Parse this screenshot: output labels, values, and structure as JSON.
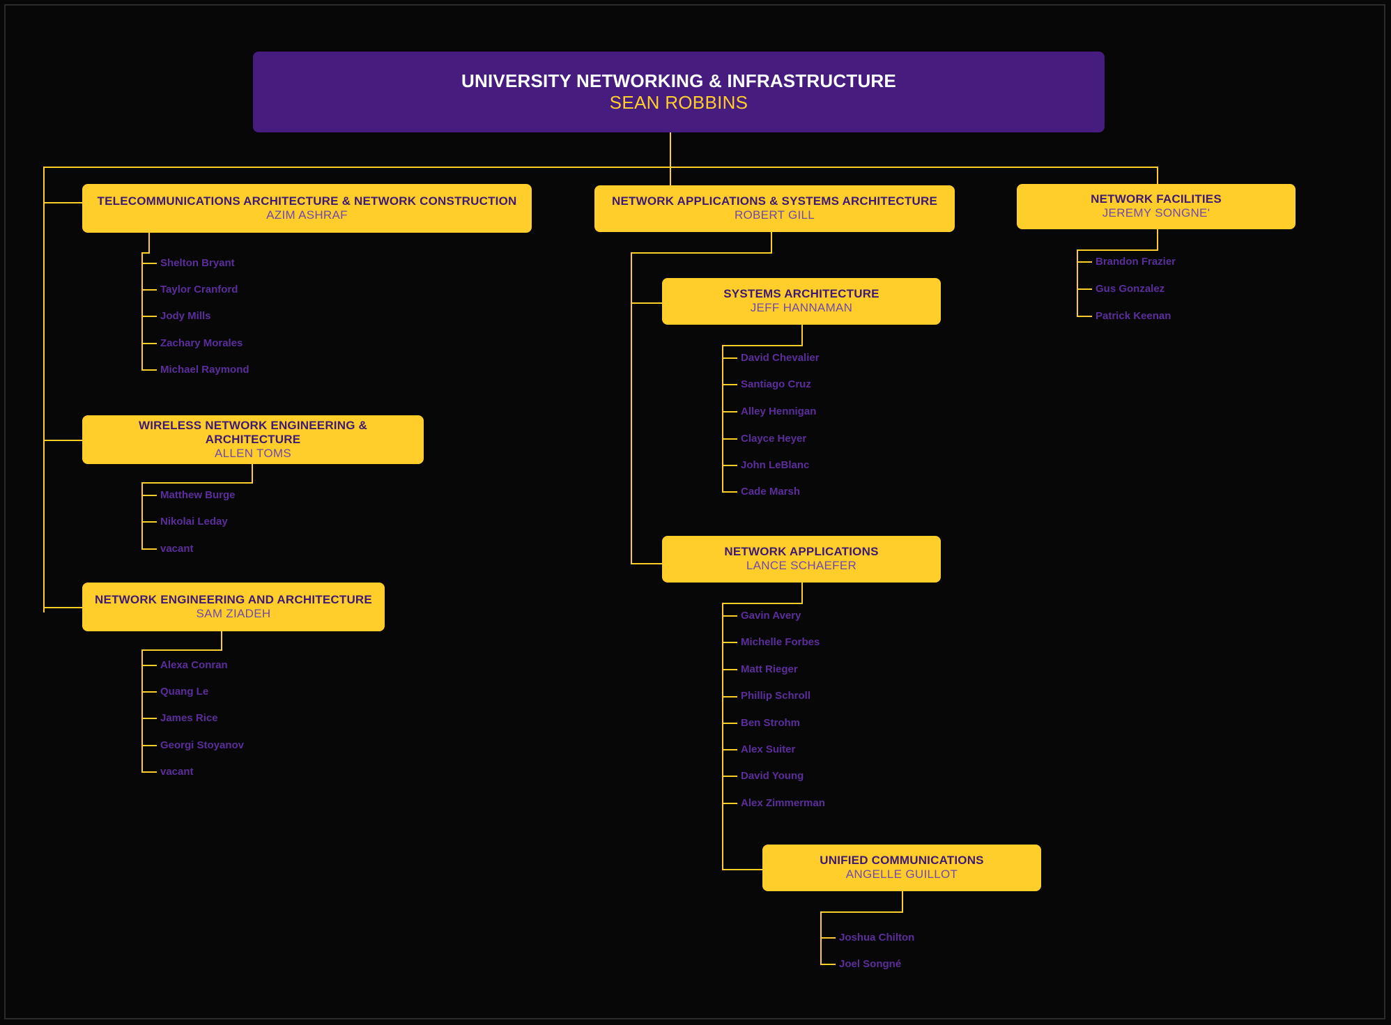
{
  "theme": {
    "background": "#070707",
    "box_yellow": "#FFCE2B",
    "box_purple": "#461C7F",
    "connector": "#FFCE2B",
    "title_on_yellow": "#3E1A72",
    "person_on_yellow": "#6F4AA8",
    "leaf_text": "#5B2E9B",
    "title_on_purple": "#FFFFFF",
    "person_on_purple": "#FFCE2B"
  },
  "root": {
    "title": "UNIVERSITY NETWORKING & INFRASTRUCTURE",
    "person": "SEAN ROBBINS"
  },
  "departments": {
    "telecom": {
      "title": "TELECOMMUNICATIONS ARCHITECTURE & NETWORK CONSTRUCTION",
      "person": "AZIM ASHRAF",
      "reports": [
        "Shelton Bryant",
        "Taylor Cranford",
        "Jody Mills",
        "Zachary Morales",
        "Michael Raymond"
      ]
    },
    "wireless": {
      "title": "WIRELESS NETWORK ENGINEERING & ARCHITECTURE",
      "person": "ALLEN TOMS",
      "reports": [
        "Matthew Burge",
        "Nikolai Leday",
        "vacant"
      ]
    },
    "netengarch": {
      "title": "NETWORK ENGINEERING AND ARCHITECTURE",
      "person": "SAM ZIADEH",
      "reports": [
        "Alexa Conran",
        "Quang Le",
        "James Rice",
        "Georgi Stoyanov",
        "vacant"
      ]
    },
    "napsa": {
      "title": "NETWORK APPLICATIONS & SYSTEMS ARCHITECTURE",
      "person": "ROBERT GILL"
    },
    "sysarch": {
      "title": "SYSTEMS ARCHITECTURE",
      "person": "JEFF HANNAMAN",
      "reports": [
        "David Chevalier",
        "Santiago Cruz",
        "Alley Hennigan",
        "Clayce Heyer",
        "John LeBlanc",
        "Cade Marsh"
      ]
    },
    "netapps": {
      "title": "NETWORK APPLICATIONS",
      "person": "LANCE SCHAEFER",
      "reports": [
        "Gavin Avery",
        "Michelle Forbes",
        "Matt Rieger",
        "Phillip Schroll",
        "Ben Strohm",
        "Alex Suiter",
        "David Young",
        "Alex Zimmerman"
      ]
    },
    "unified": {
      "title": "UNIFIED COMMUNICATIONS",
      "person": "ANGELLE GUILLOT",
      "reports": [
        "Joshua Chilton",
        "Joel Songné"
      ]
    },
    "facilities": {
      "title": "NETWORK FACILITIES",
      "person": "JEREMY SONGNE'",
      "reports": [
        "Brandon Frazier",
        "Gus Gonzalez",
        "Patrick Keenan"
      ]
    }
  }
}
